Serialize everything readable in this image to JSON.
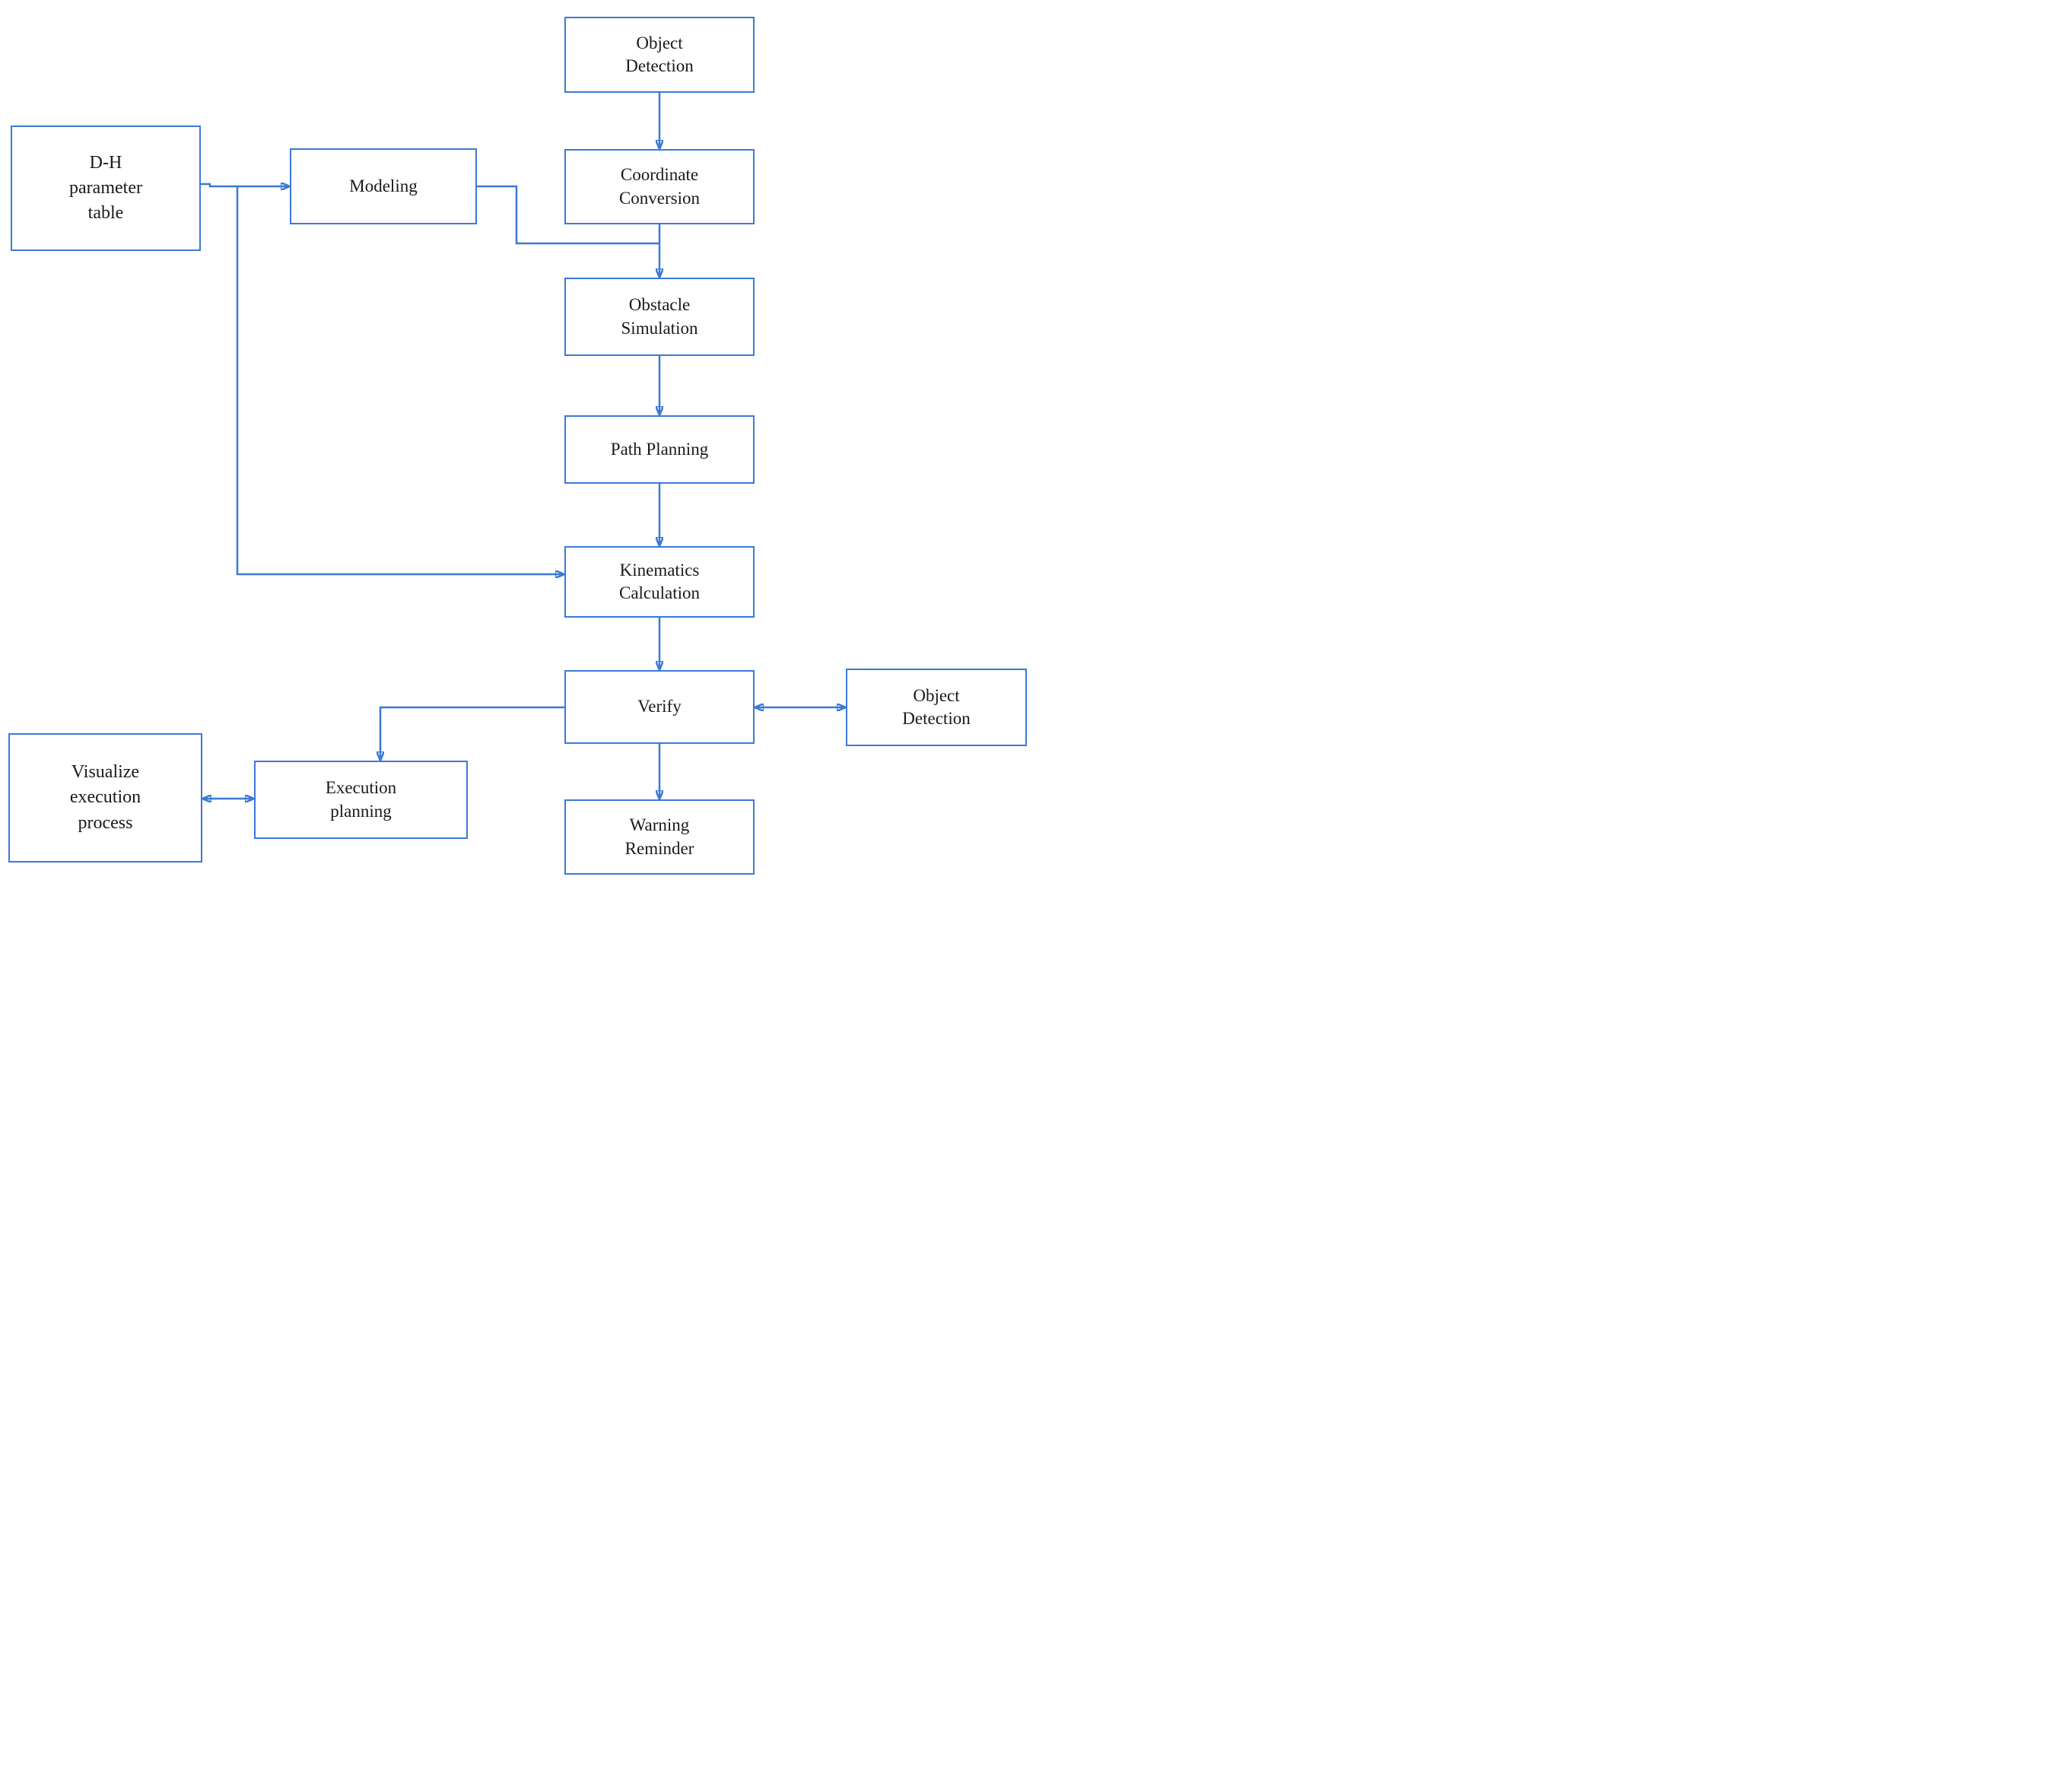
{
  "diagram": {
    "type": "flowchart",
    "background_color": "#ffffff",
    "line_color": "#3b7ad6",
    "text_color": "#1a1a1a"
  },
  "nodes": [
    {
      "id": "object-detection-top",
      "label": "Object\nDetection"
    },
    {
      "id": "dh-parameter-table",
      "label": "D-H\nparameter\ntable"
    },
    {
      "id": "modeling",
      "label": "Modeling"
    },
    {
      "id": "coordinate-conversion",
      "label": "Coordinate\nConversion"
    },
    {
      "id": "obstacle-simulation",
      "label": "Obstacle\nSimulation"
    },
    {
      "id": "path-planning",
      "label": "Path Planning"
    },
    {
      "id": "kinematics-calculation",
      "label": "Kinematics\nCalculation"
    },
    {
      "id": "verify",
      "label": "Verify"
    },
    {
      "id": "object-detection-right",
      "label": "Object\nDetection"
    },
    {
      "id": "execution-planning",
      "label": "Execution\nplanning"
    },
    {
      "id": "visualize-execution-process",
      "label": "Visualize\nexecution\nprocess"
    },
    {
      "id": "warning-reminder",
      "label": "Warning\nReminder"
    }
  ],
  "edges": [
    {
      "from": "object-detection-top",
      "to": "coordinate-conversion",
      "direction": "one-way"
    },
    {
      "from": "dh-parameter-table",
      "to": "modeling",
      "direction": "one-way"
    },
    {
      "from": "modeling",
      "to": "obstacle-simulation",
      "direction": "one-way"
    },
    {
      "from": "coordinate-conversion",
      "to": "obstacle-simulation",
      "direction": "one-way"
    },
    {
      "from": "obstacle-simulation",
      "to": "path-planning",
      "direction": "one-way"
    },
    {
      "from": "path-planning",
      "to": "kinematics-calculation",
      "direction": "one-way"
    },
    {
      "from": "dh-parameter-table",
      "to": "kinematics-calculation",
      "direction": "one-way"
    },
    {
      "from": "kinematics-calculation",
      "to": "verify",
      "direction": "one-way"
    },
    {
      "from": "verify",
      "to": "object-detection-right",
      "direction": "two-way"
    },
    {
      "from": "verify",
      "to": "execution-planning",
      "direction": "one-way"
    },
    {
      "from": "verify",
      "to": "warning-reminder",
      "direction": "one-way"
    },
    {
      "from": "visualize-execution-process",
      "to": "execution-planning",
      "direction": "two-way"
    }
  ]
}
